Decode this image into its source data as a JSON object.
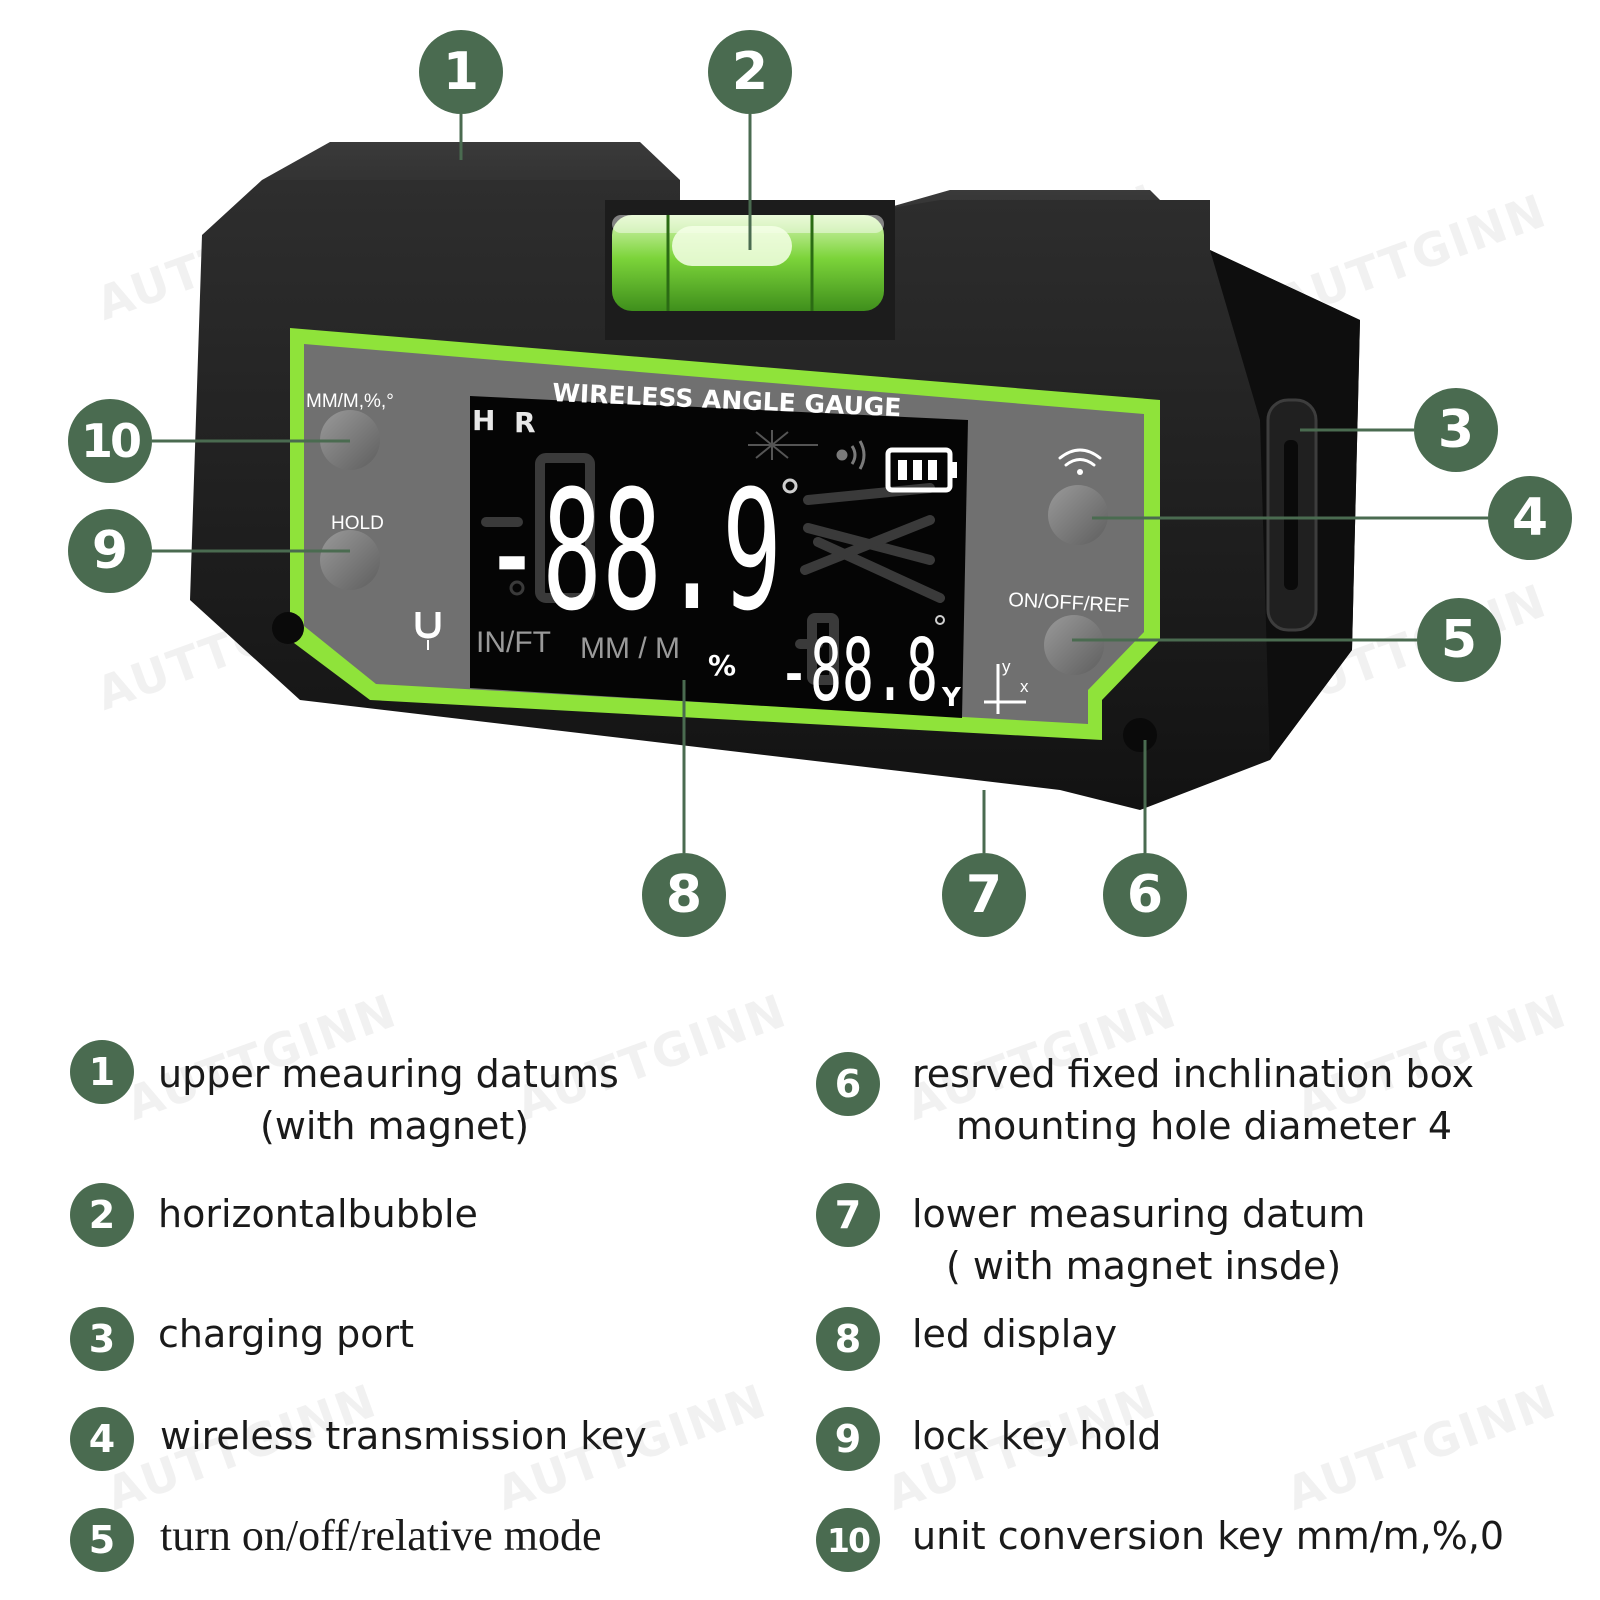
{
  "watermark": "AUTTGINN",
  "device": {
    "title": "WIRELESS ANGLE GAUGE",
    "button_labels": {
      "unit": "MM/M,%,°",
      "hold": "HOLD",
      "onoff": "ON/OFF/REF"
    },
    "display": {
      "mode_h": "H",
      "mode_r": "R",
      "main_value": "-88.9",
      "secondary_value": "-88.8",
      "unit_infft": "IN/FT",
      "unit_mmm": "MM / M",
      "unit_percent": "%",
      "axis_label": "Y",
      "axis_y": "y",
      "axis_x": "x"
    }
  },
  "callouts": [
    "1",
    "2",
    "3",
    "4",
    "5",
    "6",
    "7",
    "8",
    "9",
    "10"
  ],
  "legend": [
    {
      "num": "1",
      "lines": [
        "upper meauring datums",
        "(with magnet)"
      ]
    },
    {
      "num": "2",
      "lines": [
        "horizontalbubble"
      ]
    },
    {
      "num": "3",
      "lines": [
        "charging port"
      ]
    },
    {
      "num": "4",
      "lines": [
        "wireless transmission key"
      ]
    },
    {
      "num": "5",
      "lines": [
        "turn on/off/relative mode"
      ]
    },
    {
      "num": "6",
      "lines": [
        "resrved fixed inchlination box",
        "mounting hole diameter 4"
      ]
    },
    {
      "num": "7",
      "lines": [
        "lower measuring datum",
        "( with magnet insde)"
      ]
    },
    {
      "num": "8",
      "lines": [
        "led display"
      ]
    },
    {
      "num": "9",
      "lines": [
        "lock key hold"
      ]
    },
    {
      "num": "10",
      "lines": [
        "unit conversion key mm/m,%,0"
      ]
    }
  ],
  "colors": {
    "accent_green": "#8fe33a",
    "callout_green": "#4a6b50",
    "body_black": "#1e1e1e",
    "panel_gray": "#707070",
    "lcd_black": "#050505"
  }
}
